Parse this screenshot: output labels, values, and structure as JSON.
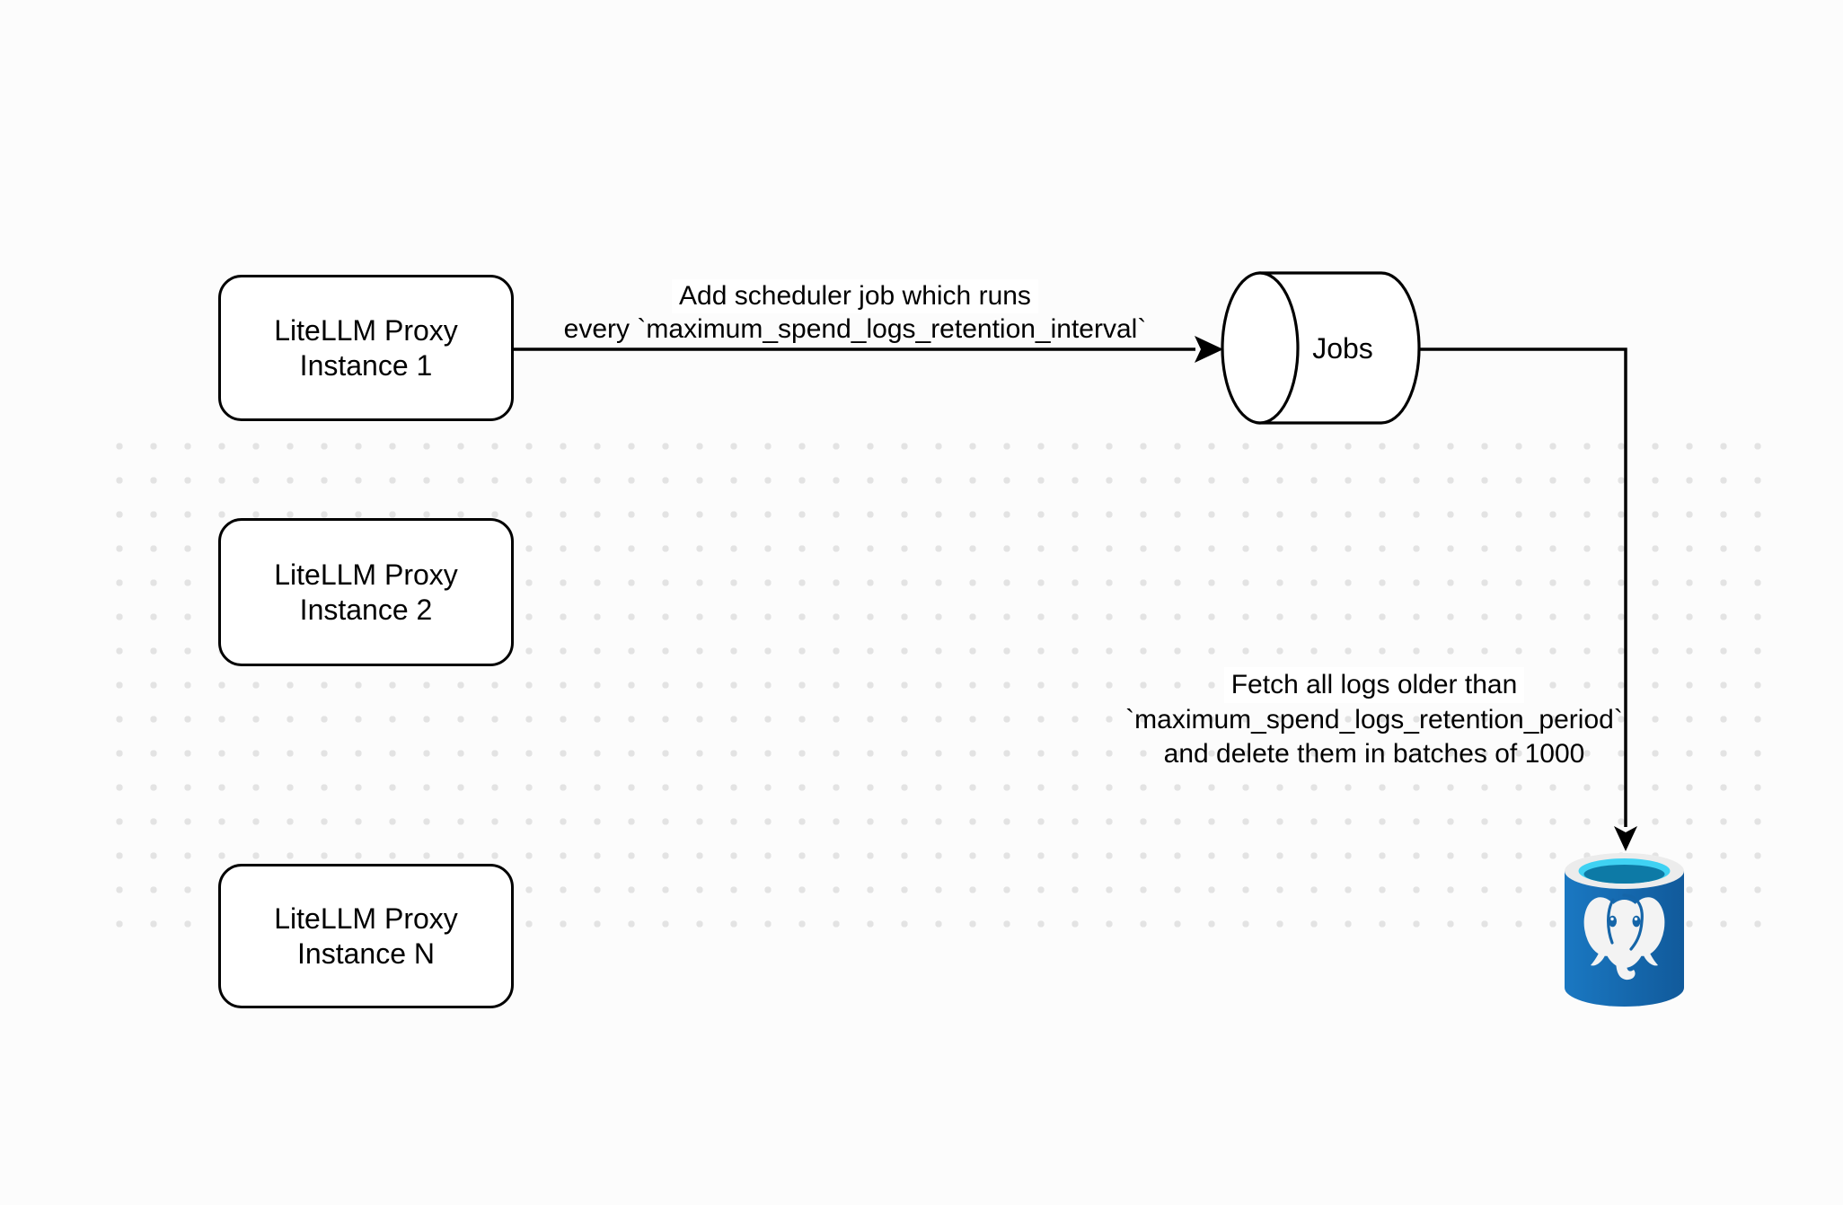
{
  "canvas": {
    "background_color": "#fcfcfc",
    "dot_grid_color": "#e3e3e3",
    "line_color": "#000000",
    "shape_fill_color": "#ffffff"
  },
  "nodes": {
    "instance1": {
      "label": "LiteLLM Proxy\nInstance 1"
    },
    "instance2": {
      "label": "LiteLLM Proxy\nInstance 2"
    },
    "instanceN": {
      "label": "LiteLLM Proxy\nInstance N"
    },
    "jobs": {
      "label": "Jobs",
      "shape": "horizontal-cylinder"
    },
    "postgres": {
      "icon": "postgresql-database-icon",
      "colors": {
        "body_light": "#1a78c2",
        "body": "#1565a8",
        "body_dark": "#115a9b",
        "rim": "#ececec",
        "water_light": "#3fd2f3",
        "water_dark": "#0d7aa6",
        "elephant": "#f3f3f3"
      }
    }
  },
  "edges": {
    "schedule_job": {
      "label_line1": "Add scheduler job which runs",
      "label_line2": "every `maximum_spend_logs_retention_interval`"
    },
    "fetch_delete": {
      "label_line1": "Fetch all logs older than",
      "label_line2": "`maximum_spend_logs_retention_period`",
      "label_line3": "and delete them in batches of 1000"
    }
  }
}
